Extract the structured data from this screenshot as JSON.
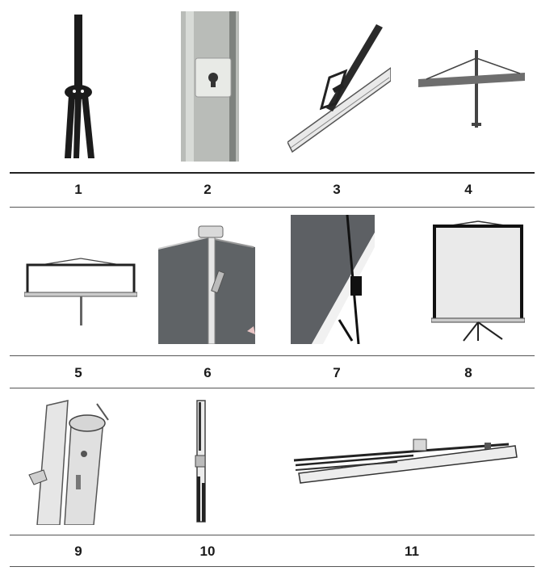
{
  "figures": [
    {
      "label": "1",
      "icon": "tripod-legs-icon"
    },
    {
      "label": "2",
      "icon": "wall-hook-bracket-icon"
    },
    {
      "label": "3",
      "icon": "hanging-arm-clip-icon"
    },
    {
      "label": "4",
      "icon": "crossbar-on-pole-icon"
    },
    {
      "label": "5",
      "icon": "screen-case-on-pole-icon"
    },
    {
      "label": "6",
      "icon": "pole-clamp-lever-icon"
    },
    {
      "label": "7",
      "icon": "screen-hook-clip-icon"
    },
    {
      "label": "8",
      "icon": "tripod-screen-assembled-icon"
    },
    {
      "label": "9",
      "icon": "tripod-head-closeup-icon"
    },
    {
      "label": "10",
      "icon": "folded-tripod-icon"
    },
    {
      "label": "11",
      "icon": "screen-case-folded-icon"
    }
  ]
}
